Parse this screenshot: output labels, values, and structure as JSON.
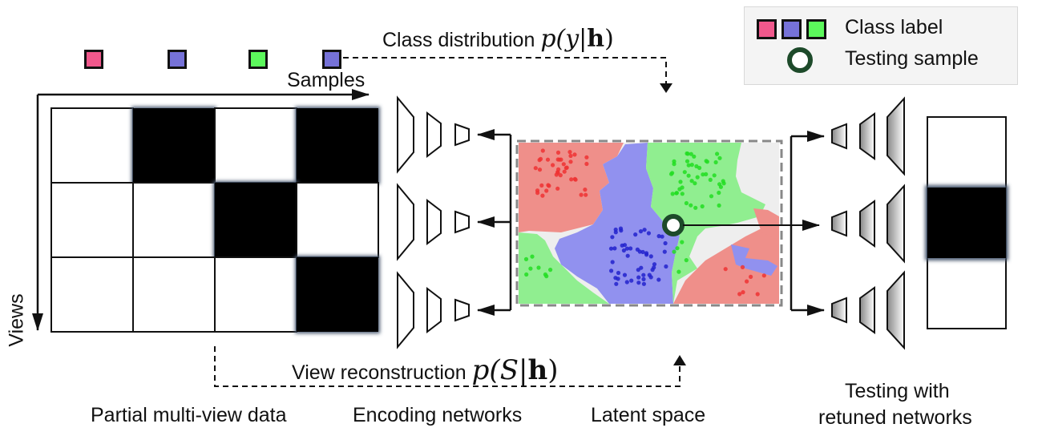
{
  "legend": {
    "class_label": "Class label",
    "testing_sample": "Testing sample",
    "class_colors": [
      "#f0588c",
      "#7672d8",
      "#5cf85c"
    ],
    "testing_sample_ring_color": "#1d4a2a"
  },
  "top_annotation": {
    "text": "Class distribution",
    "formula_prefix": "p(y|",
    "formula_bold": "h",
    "formula_suffix": ")"
  },
  "bottom_annotation": {
    "text": "View reconstruction",
    "formula_prefix": "p(",
    "formula_script": "S",
    "formula_mid": "|",
    "formula_bold": "h",
    "formula_suffix": ")"
  },
  "sample_labels": [
    "#f0588c",
    "#7672d8",
    "#5cf85c",
    "#7672d8"
  ],
  "matrix": {
    "x_axis_label": "Samples",
    "y_axis_label": "Views",
    "rows": 3,
    "cols": 4,
    "missing": [
      [
        0,
        1,
        0,
        1
      ],
      [
        0,
        0,
        1,
        0
      ],
      [
        0,
        0,
        0,
        1
      ]
    ]
  },
  "test_sample_views": [
    0,
    1,
    0
  ],
  "captions": {
    "partial_data": "Partial multi-view data",
    "encoding": "Encoding networks",
    "latent": "Latent space",
    "testing_line1": "Testing with",
    "testing_line2": "retuned networks"
  },
  "latent_colors": {
    "red_region": "#ef8f8a",
    "blue_region": "#9191ef",
    "green_region": "#90ee90",
    "gray_region": "#eeeeee",
    "red_point": "#e33",
    "blue_point": "#2222cc",
    "green_point": "#22dd22"
  }
}
